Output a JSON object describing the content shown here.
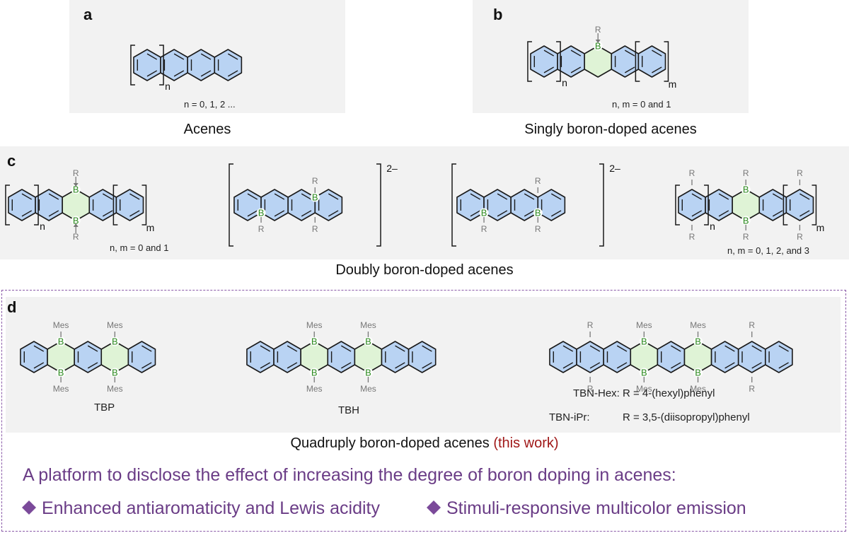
{
  "panels": {
    "a": {
      "label": "a",
      "caption": "Acenes",
      "note": "n = 0, 1, 2 ..."
    },
    "b": {
      "label": "b",
      "caption": "Singly boron-doped acenes",
      "note": "n, m = 0 and 1"
    },
    "c": {
      "label": "c",
      "caption": "Doubly boron-doped acenes",
      "note1": "n, m = 0 and 1",
      "note2": "n, m = 0, 1, 2, and 3",
      "charge": "2–"
    },
    "d": {
      "label": "d",
      "caption_main": "Quadruply boron-doped acenes ",
      "caption_highlight": "(this work)",
      "tbp": "TBP",
      "tbh": "TBH",
      "tbn_hex": "TBN-Hex: R = 4-(hexyl)phenyl",
      "tbn_ipr_name": "TBN-iPr:",
      "tbn_ipr_r": "R = 3,5-(diisopropyl)phenyl"
    }
  },
  "atoms": {
    "B": "B",
    "R": "R",
    "Mes": "Mes",
    "n": "n",
    "m": "m"
  },
  "platform": {
    "headline": "A platform to disclose the effect of increasing the degree of boron doping in acenes:",
    "point1": "Enhanced antiaromaticity and Lewis acidity",
    "point2": "Stimuli-responsive multicolor emission"
  },
  "colors": {
    "ring_fill": "#b9d3f3",
    "boron_ring_fill": "#dff3d6",
    "boron_text": "#2c8a1f",
    "substituent_text": "#777777",
    "accent_purple": "#6a3c86",
    "highlight_red": "#a01818",
    "panel_bg": "#f2f2f2"
  }
}
